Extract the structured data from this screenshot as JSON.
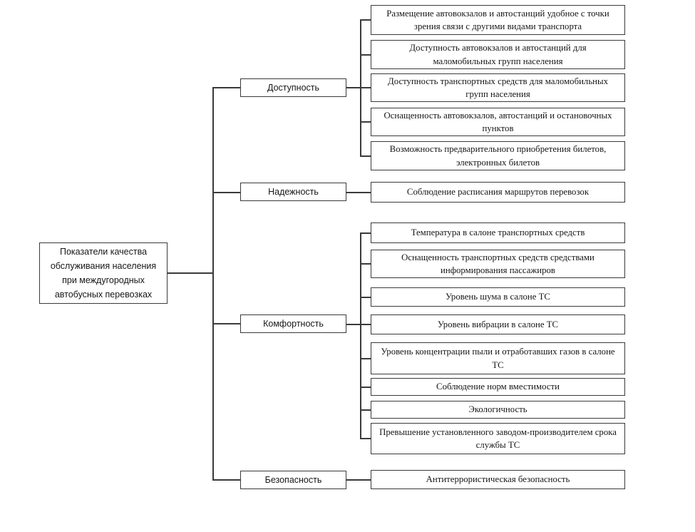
{
  "colors": {
    "background": "#ffffff",
    "border": "#3a3a3a",
    "line": "#3a3a3a",
    "text": "#161616"
  },
  "diagram": {
    "root": {
      "label": "Показатели качества обслуживания населения при междугородных автобусных перевозках"
    },
    "branches": [
      {
        "label": "Доступность",
        "children": [
          "Размещение автовокзалов и автостанций удобное с точки зрения связи с другими видами транспорта",
          "Доступность автовокзалов и автостанций для маломобильных групп населения",
          "Доступность транспортных средств для маломобильных групп населения",
          "Оснащенность автовокзалов, автостанций и остановочных пунктов",
          "Возможность предварительного приобретения билетов, электронных билетов"
        ]
      },
      {
        "label": "Надежность",
        "children": [
          "Соблюдение расписания маршрутов перевозок"
        ]
      },
      {
        "label": "Комфортность",
        "children": [
          "Температура в салоне транспортных средств",
          "Оснащенность транспортных средств средствами информирования пассажиров",
          "Уровень шума в салоне ТС",
          "Уровень вибрации в салоне ТС",
          "Уровень концентрации пыли и отработавших газов в салоне ТС",
          "Соблюдение норм вместимости",
          "Экологичность",
          "Превышение установленного заводом-производителем срока службы ТС"
        ]
      },
      {
        "label": "Безопасность",
        "children": [
          "Антитеррористическая безопасность"
        ]
      }
    ]
  }
}
